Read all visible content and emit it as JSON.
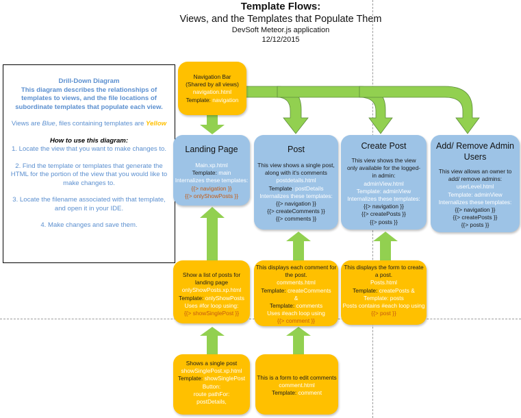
{
  "header": {
    "title": "Template Flows:",
    "subtitle": "Views, and the Templates that Populate Them",
    "app": "DevSoft Meteor.js application",
    "date": "12/12/2015"
  },
  "legend": {
    "heading": "Drill-Down Diagram",
    "description": "This diagram describes the relationships of templates to views, and the file locations of subordinate templates that populate each view.",
    "colors_prefix": "Views are ",
    "colors_blue": "Blue",
    "colors_mid": ", files containing templates are ",
    "colors_yellow": "Yellow",
    "howto_heading": "How to use this diagram:",
    "steps": [
      "1. Locate the view that you want to make changes to.",
      "2. Find the template or templates that generate the HTML for the portion of the view that you would like to make changes to.",
      "3. Locate the filename associated with that template, and open it in your IDE.",
      "4. Make changes and save them."
    ]
  },
  "colors": {
    "view": "#9dc3e6",
    "file": "#ffc000",
    "arrow": "#92d050"
  },
  "nav_box": {
    "line1": "Navigation Bar",
    "line2": "(Shared by all views)",
    "file": "navigation.html",
    "template_label": "Template: ",
    "template": "navigation"
  },
  "views": [
    {
      "title": "Landing Page",
      "file": "Main.xp.html",
      "template_label": "Template: ",
      "template": "main",
      "internalizes": "Internalizes these templates:",
      "partials": [
        "{{> navigation }}",
        "{{> onlyShowPosts }}"
      ]
    },
    {
      "title": "Post",
      "desc": "This view shows a single post, along with it's comments",
      "file": "postdetails.html",
      "template_label": "Template",
      "template": ": postDetails",
      "internalizes": "Internalizes these templates:",
      "partials": [
        "{{> navigation }}",
        "{{> createComments }}",
        "{{> comments }}"
      ]
    },
    {
      "title": "Create Post",
      "desc": "This view shows the view only available for the logged-in admin:",
      "file": "adminView.html",
      "template_line": "Template: adminView",
      "internalizes": "Internalizes these templates:",
      "partials": [
        "{{> navigation }}",
        "{{> createPosts  }}",
        "{{> posts }}"
      ]
    },
    {
      "title": "Add/ Remove Admin Users",
      "desc": "This view allows an owner to add/ remove admins:",
      "file": "userLevel.html",
      "template_line": "Template: adminView",
      "internalizes": "Internalizes these templates:",
      "partials": [
        "{{> navigation }}",
        "{{> createPosts  }}",
        "{{> posts }}"
      ]
    }
  ],
  "files": [
    {
      "desc": "Show a list of posts for landing page",
      "file": "onlyShowPosts.xp.html",
      "template_label": "Template: ",
      "template": "onlyShowPosts",
      "loop": "Uses #for loop using:",
      "partial": "{{> showSinglePost }}"
    },
    {
      "desc": "This displays each comment for the post.",
      "file": "comments.html",
      "template_label": "Template: ",
      "template": "createComments",
      "amp": "&",
      "template2_label": "Template: ",
      "template2": "comments",
      "loop": "Uses #each loop using",
      "partial": "{{> comment }}"
    },
    {
      "desc": "This displays the form to create a post.",
      "file": "Posts.html",
      "template_label": "Template: ",
      "template": "createPosts &",
      "template2": "Template: posts",
      "loop": "Posts contains #each loop using",
      "partial": "{{> post }}"
    },
    {
      "desc": "Shows a single post",
      "file": "showSinglePost.xp.html",
      "template_label": "Template: ",
      "template": "showSinglePost",
      "extra": [
        "Button:",
        "route pathFor:",
        "postDetails,"
      ]
    },
    {
      "desc": "This is a form to edit comments",
      "file": "comment.html",
      "template_label": "Template: ",
      "template": "comment"
    }
  ]
}
